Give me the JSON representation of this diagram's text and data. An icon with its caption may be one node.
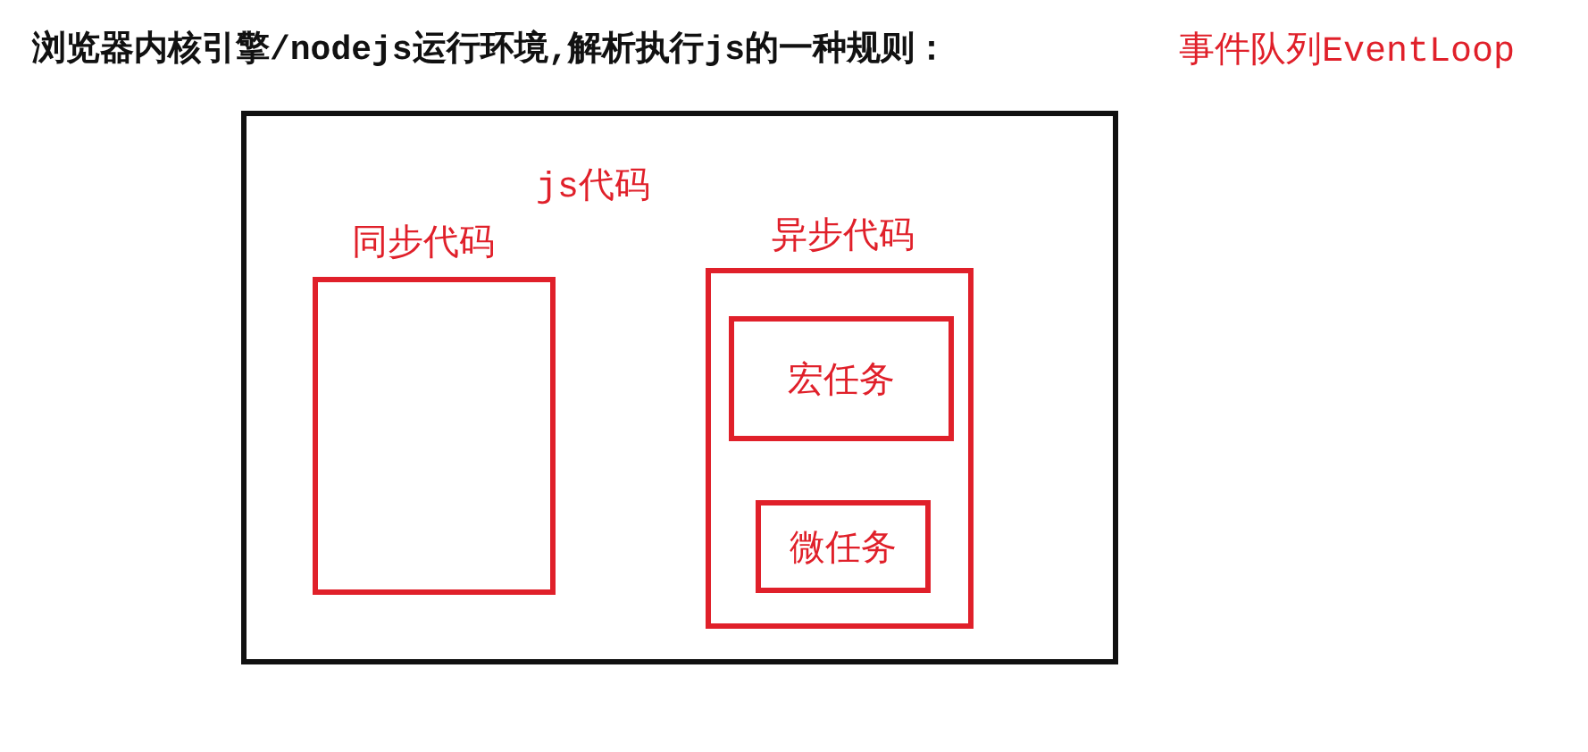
{
  "diagram": {
    "title": "浏览器内核引擎/nodejs运行环境,解析执行js的一种规则：",
    "nodes": [
      {
        "text": [
          "js代码"
        ]
      },
      {
        "text": [
          "同步代码"
        ],
        "in": 0
      },
      {
        "text": [
          "异步代码"
        ],
        "in": 0
      },
      {
        "text": [
          "宏任务"
        ],
        "in": 2
      },
      {
        "text": [
          "微任务"
        ],
        "in": 2
      }
    ],
    "labels": [
      "事件队列EventLoop"
    ]
  }
}
